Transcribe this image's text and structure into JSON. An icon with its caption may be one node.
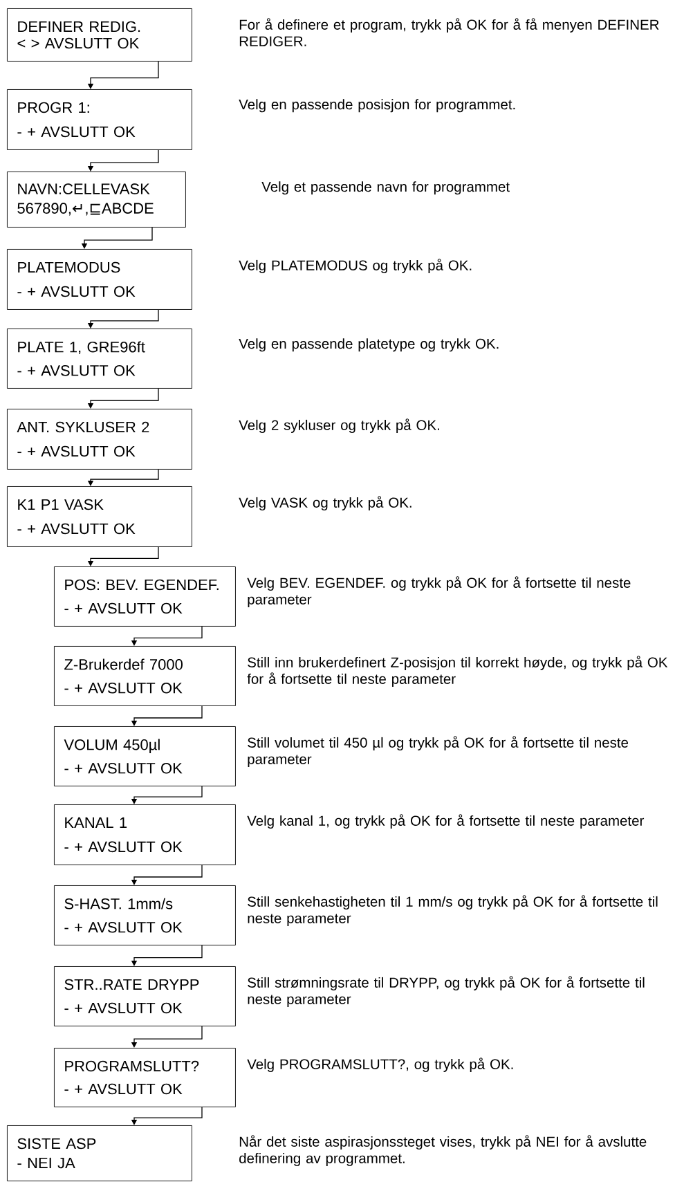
{
  "diagram": {
    "nodes": [
      {
        "text": [
          "DEFINER REDIG.",
          "< > AVSLUTT OK"
        ],
        "beside": [
          "For å definere et program, trykk på OK for å få menyen DEFINER REDIGER."
        ]
      },
      {
        "text": [
          "PROGR 1:",
          "- + AVSLUTT OK"
        ],
        "beside": [
          "Velg en passende posisjon for programmet."
        ]
      },
      {
        "text": [
          "NAVN:CELLEVASK",
          "567890,↵,⊑ABCDE"
        ]
      },
      {
        "text": [
          "PLATEMODUS",
          "- + AVSLUTT OK"
        ],
        "beside": [
          "Velg PLATEMODUS og trykk på OK."
        ]
      },
      {
        "text": [
          "PLATE 1, GRE96ft",
          "- + AVSLUTT OK"
        ],
        "beside": [
          "Velg en passende platetype og trykk OK."
        ]
      },
      {
        "text": [
          "ANT. SYKLUSER 2",
          "- + AVSLUTT OK"
        ],
        "beside": [
          "Velg 2 sykluser og trykk på OK."
        ]
      },
      {
        "text": [
          "K1 P1 VASK",
          "- + AVSLUTT OK"
        ],
        "beside": [
          "Velg VASK og trykk på OK."
        ]
      },
      {
        "text": [
          "POS: BEV. EGENDEF.",
          "- + AVSLUTT OK"
        ],
        "beside": [
          "Velg BEV. EGENDEF. og trykk på OK for å fortsette til neste parameter"
        ]
      },
      {
        "text": [
          "Z-Brukerdef 7000",
          "- + AVSLUTT OK"
        ],
        "beside": [
          "Still inn brukerdefinert Z-posisjon til korrekt høyde, og trykk på OK for å fortsette til neste parameter"
        ]
      },
      {
        "text": [
          "VOLUM 450µl",
          "- + AVSLUTT OK"
        ],
        "beside": [
          "Still volumet til 450 µl og trykk på OK for å fortsette til neste parameter"
        ]
      },
      {
        "text": [
          "KANAL 1",
          "- + AVSLUTT OK"
        ],
        "beside": [
          "Velg kanal 1, og trykk på OK for å fortsette til neste parameter"
        ]
      },
      {
        "text": [
          "S-HAST. 1mm/s",
          "- + AVSLUTT OK"
        ],
        "beside": [
          "Still senkehastigheten til 1 mm/s og trykk på OK for å fortsette til neste parameter"
        ]
      },
      {
        "text": [
          "STR..RATE DRYPP",
          "- + AVSLUTT OK"
        ],
        "beside": [
          "Still strømningsrate til DRYPP, og trykk på OK for å fortsette til neste parameter"
        ]
      },
      {
        "text": [
          "PROGRAMSLUTT?",
          "- + AVSLUTT OK"
        ],
        "beside": [
          "Velg PROGRAMSLUTT?, og trykk på OK."
        ]
      },
      {
        "text": [
          "SISTE ASP",
          "- NEI JA"
        ]
      }
    ],
    "labels": [
      "Velg et passende navn for programmet",
      "Når det siste aspirasjonssteget vises, trykk på NEI for å avslutte definering av programmet."
    ],
    "edges": [
      {
        "from": 0,
        "to": 1,
        "arrow": "to"
      },
      {
        "from": 1,
        "to": 2,
        "arrow": "to"
      },
      {
        "from": 2,
        "to": 3,
        "arrow": "to"
      },
      {
        "from": 3,
        "to": 4,
        "arrow": "to"
      },
      {
        "from": 4,
        "to": 5,
        "arrow": "to"
      },
      {
        "from": 5,
        "to": 6,
        "arrow": "to"
      },
      {
        "from": 6,
        "to": 7,
        "arrow": "to"
      },
      {
        "from": 7,
        "to": 8,
        "arrow": "to"
      },
      {
        "from": 8,
        "to": 9,
        "arrow": "to"
      },
      {
        "from": 9,
        "to": 10,
        "arrow": "to"
      },
      {
        "from": 10,
        "to": 11,
        "arrow": "to"
      },
      {
        "from": 11,
        "to": 12,
        "arrow": "to"
      },
      {
        "from": 12,
        "to": 13,
        "arrow": "to"
      },
      {
        "from": 13,
        "to": 14,
        "arrow": "to"
      }
    ]
  }
}
